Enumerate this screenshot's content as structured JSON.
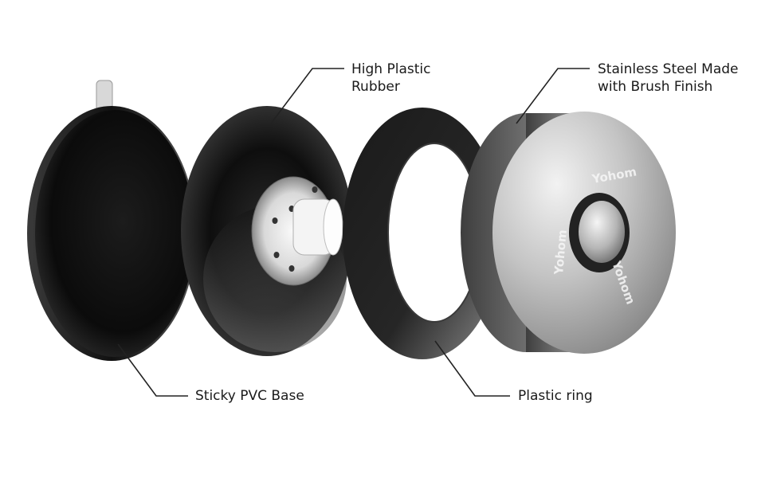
{
  "brand": "Yohom",
  "labels": {
    "rubber": {
      "line1": "High Plastic",
      "line2": "Rubber"
    },
    "steel": {
      "line1": "Stainless Steel Made",
      "line2": "with Brush Finish"
    },
    "base": {
      "line1": "Sticky PVC Base"
    },
    "ring": {
      "line1": "Plastic ring"
    }
  },
  "colors": {
    "rubber_black": "#111111",
    "steel_light": "#e6e6e6",
    "steel_mid": "#9c9c9c",
    "steel_dark": "#555555",
    "leader_line": "#222222"
  }
}
